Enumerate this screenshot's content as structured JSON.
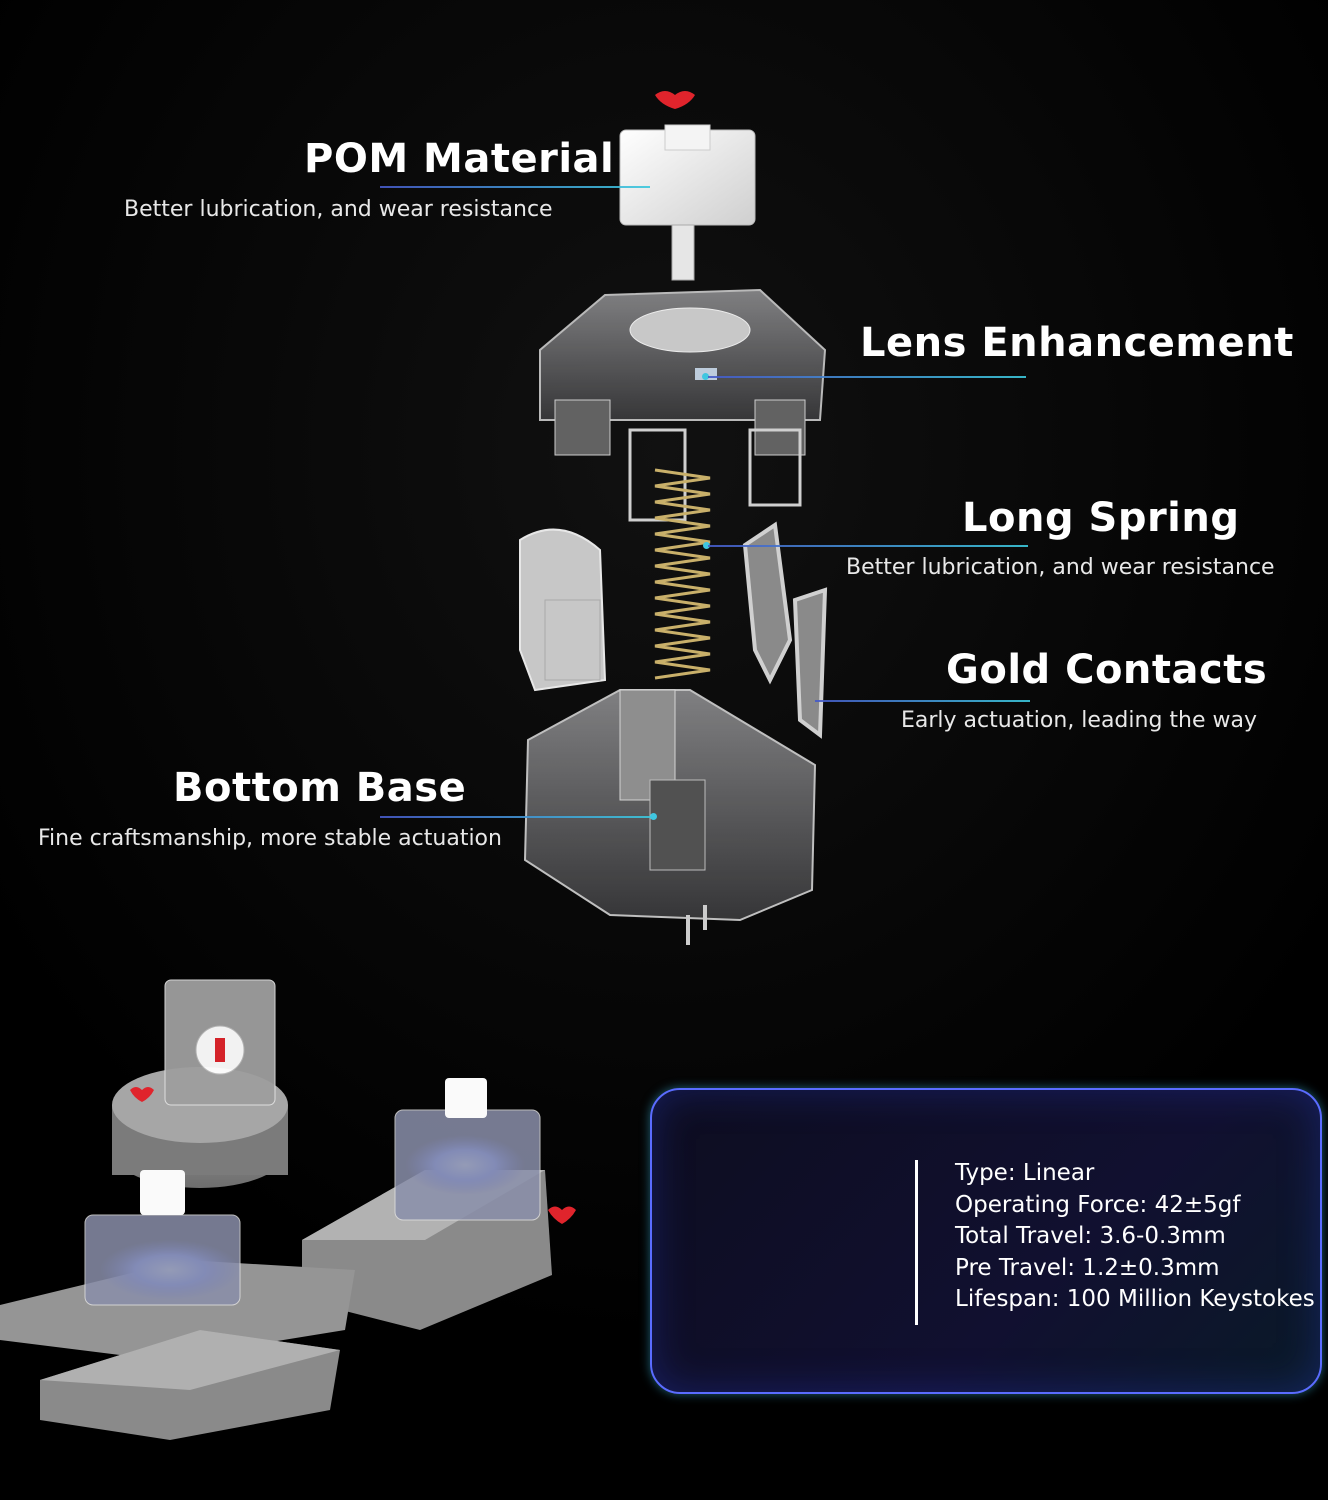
{
  "callouts": [
    {
      "title": "POM Material",
      "subtitle": "Better lubrication, and wear resistance"
    },
    {
      "title": "Lens Enhancement",
      "subtitle": ""
    },
    {
      "title": "Long Spring",
      "subtitle": "Better lubrication, and wear resistance"
    },
    {
      "title": "Gold Contacts",
      "subtitle": "Early actuation, leading the way"
    },
    {
      "title": "Bottom Base",
      "subtitle": "Fine craftsmanship, more stable actuation"
    }
  ],
  "specs": [
    "Type: Linear",
    "Operating Force: 42±5gf",
    "Total Travel: 3.6-0.3mm",
    "Pre Travel: 1.2±0.3mm",
    "Lifespan: 100 Million Keystokes"
  ],
  "colors": {
    "background": "#000000",
    "leader_line": "#3fc6e0",
    "panel_border": "#5a6cff",
    "accent_red": "#e0242c",
    "led_blue": "#3d5cff"
  }
}
